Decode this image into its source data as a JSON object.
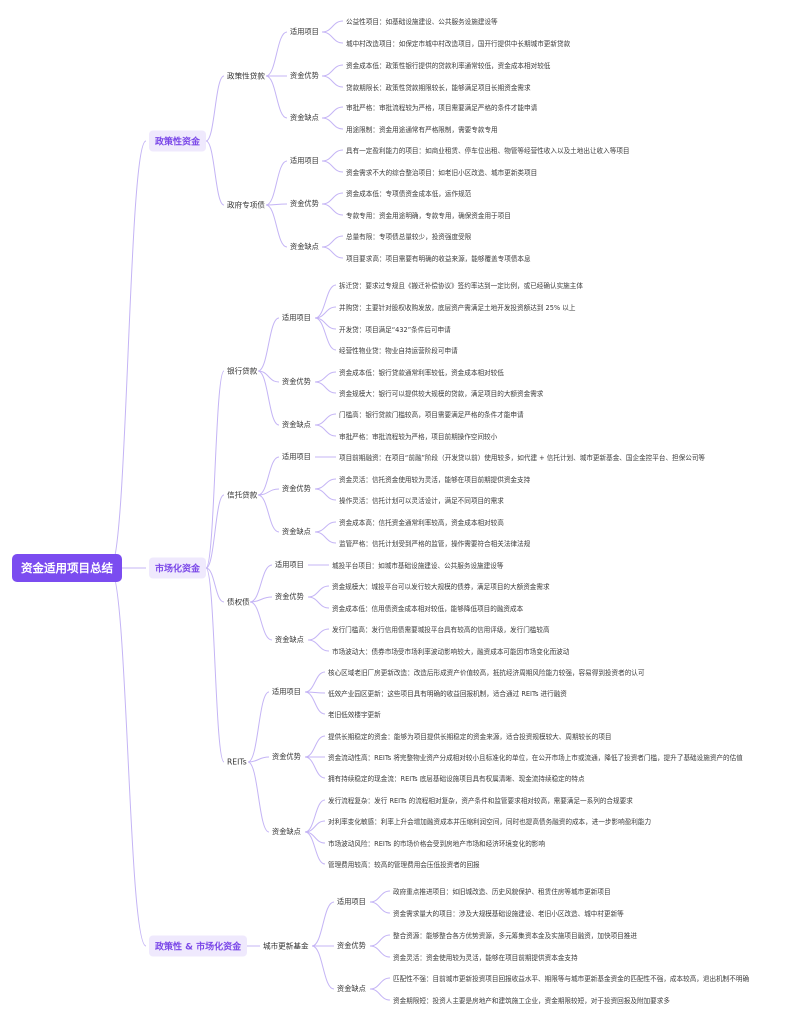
{
  "mindmap": {
    "root": "资金适用项目总结",
    "colors": {
      "accent": "#7b4cf0",
      "line": "#c4b4f5",
      "pill_bg": "#efe9fd",
      "pill_text": "#7a47e8"
    },
    "policy": {
      "label": "政策性资金",
      "loan": {
        "label": "政策性贷款",
        "scope": {
          "label": "适用项目",
          "items": [
            "公益性项目：如基础设施建设、公共服务设施建设等",
            "城中村改造项目：如保定市城中村改造项目，国开行提供中长期城市更新贷款"
          ]
        },
        "adv": {
          "label": "资金优势",
          "items": [
            "资金成本低：政策性银行提供的贷款利率通常较低，资金成本相对较低",
            "贷款期限长：政策性贷款期限较长，能够满足项目长期资金需求"
          ]
        },
        "dis": {
          "label": "资金缺点",
          "items": [
            "审批严格：审批流程较为严格，项目需要满足严格的条件才能申请",
            "用途限制：资金用途通常有严格限制，需要专款专用"
          ]
        }
      },
      "bond": {
        "label": "政府专项债",
        "scope": {
          "label": "适用项目",
          "items": [
            "具有一定盈利能力的项目：如商业租赁、停车位出租、物管等经营性收入以及土地出让收入等项目",
            "资金需求不大的综合整治项目：如老旧小区改造、城市更新类项目"
          ]
        },
        "adv": {
          "label": "资金优势",
          "items": [
            "资金成本低：专项债资金成本低，运作规范",
            "专款专用：资金用途明确，专款专用，确保资金用于项目"
          ]
        },
        "dis": {
          "label": "资金缺点",
          "items": [
            "总量有限：专项债总量较少，投资强度受限",
            "项目要求高：项目需要有明确的收益来源，能够覆盖专项债本息"
          ]
        }
      }
    },
    "market": {
      "label": "市场化资金",
      "bank": {
        "label": "银行贷款",
        "scope": {
          "label": "适用项目",
          "items": [
            "拆迁贷：要求过专规且《搬迁补偿协议》签约率达到一定比例，或已经确认实施主体",
            "并购贷：主要针对股权收购发放，底层资产需满足土地开发投资额达到 25% 以上",
            "开发贷：项目满足“432”条件后可申请",
            "经营性物业贷：物业自持运营阶段可申请"
          ]
        },
        "adv": {
          "label": "资金优势",
          "items": [
            "资金成本低：银行贷款通常利率较低，资金成本相对较低",
            "资金规模大：银行可以提供较大规模的贷款，满足项目的大额资金需求"
          ]
        },
        "dis": {
          "label": "资金缺点",
          "items": [
            "门槛高：银行贷款门槛较高，项目需要满足严格的条件才能申请",
            "审批严格：审批流程较为严格，项目前期操作空间较小"
          ]
        }
      },
      "trust": {
        "label": "信托贷款",
        "scope": {
          "label": "适用项目",
          "items": [
            "项目前期融资：在项目“前融”阶段（开发贷以前）使用较多，如代建 + 信托计划、城市更新基金、国企金控平台、担保公司等"
          ]
        },
        "adv": {
          "label": "资金优势",
          "items": [
            "资金灵活：信托资金使用较为灵活，能够在项目前期提供资金支持",
            "操作灵活：信托计划可以灵活设计，满足不同项目的需求"
          ]
        },
        "dis": {
          "label": "资金缺点",
          "items": [
            "资金成本高：信托资金通常利率较高，资金成本相对较高",
            "监管严格：信托计划受到严格的监管，操作需要符合相关法律法规"
          ]
        }
      },
      "debt": {
        "label": "债权债",
        "scope": {
          "label": "适用项目",
          "items": [
            "城投平台项目：如城市基础设施建设、公共服务设施建设等"
          ]
        },
        "adv": {
          "label": "资金优势",
          "items": [
            "资金规模大：城投平台可以发行较大规模的债券，满足项目的大额资金需求",
            "资金成本低：信用债资金成本相对较低，能够降低项目的融资成本"
          ]
        },
        "dis": {
          "label": "资金缺点",
          "items": [
            "发行门槛高：发行信用债需要城投平台具有较高的信用评级，发行门槛较高",
            "市场波动大：债券市场受市场利率波动影响较大，融资成本可能因市场变化而波动"
          ]
        }
      },
      "reits": {
        "label": "REITs",
        "scope": {
          "label": "适用项目",
          "items": [
            "核心区域老旧厂房更新改造：改造后形成资产价值较高，抵抗经济周期风险能力较强，容易得到投资者的认可",
            "低效产业园区更新：这些项目具有明确的收益回报机制，适合通过 REITs 进行融资",
            "老旧低效楼宇更新"
          ]
        },
        "adv": {
          "label": "资金优势",
          "items": [
            "提供长期稳定的资金：能够为项目提供长期稳定的资金来源，适合投资规模较大、周期较长的项目",
            "资金流动性高：REITs 将完整物业资产分成相对较小且标准化的单位，在公开市场上市或流通，降低了投资者门槛，提升了基础设施资产的估值",
            "拥有持续稳定的现金流：REITs 底层基础设施项目具有权属清晰、现金流持续稳定的特点"
          ]
        },
        "dis": {
          "label": "资金缺点",
          "items": [
            "发行流程复杂：发行 REITs 的流程相对复杂，资产条件和监管要求相对较高，需要满足一系列的合规要求",
            "对利率变化敏感：利率上升会增加融资成本并压缩利润空间，同时也提高债务融资的成本，进一步影响盈利能力",
            "市场波动风险：REITs 的市场价格会受到房地产市场和经济环境变化的影响",
            "管理费用较高：较高的管理费用会压低投资者的回报"
          ]
        }
      }
    },
    "mixed": {
      "label": "政策性 & 市场化资金",
      "fund": {
        "label": "城市更新基金",
        "scope": {
          "label": "适用项目",
          "items": [
            "政府重点推进项目：如旧城改造、历史风貌保护、租赁住房等城市更新项目",
            "资金需求量大的项目：涉及大规模基础设施建设、老旧小区改造、城中村更新等"
          ]
        },
        "adv": {
          "label": "资金优势",
          "items": [
            "整合资源：能够整合各方优势资源，多元筹集资本金及实施项目融资，加快项目推进",
            "资金灵活：资金使用较为灵活，能够在项目前期提供资本金支持"
          ]
        },
        "dis": {
          "label": "资金缺点",
          "items": [
            "匹配性不强：目前城市更新投资项目回报收益水平、期限等与城市更新基金资金的匹配性不强，成本较高，退出机制不明确",
            "资金期限短：投资人主要是房地产和建筑施工企业，资金期限较短，对于投资回报及附加要求多"
          ]
        }
      }
    }
  }
}
